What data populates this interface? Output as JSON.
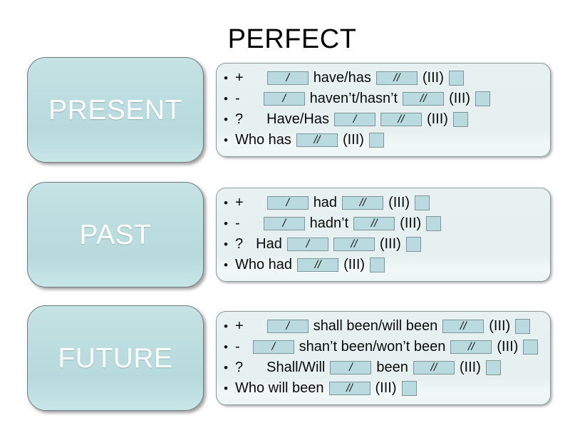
{
  "title": "PERFECT",
  "colors": {
    "label_box_fill": "#bddee0",
    "panel_fill": "#e6f0f0",
    "blank_fill": "#b9dade",
    "blank_border": "#7f9699",
    "label_text": "#ffffff",
    "body_text": "#0b0b0b"
  },
  "marks": {
    "slash_one": "/",
    "slash_two": "//",
    "third_form": "(III)",
    "plus": "+",
    "minus": "-",
    "question": "?",
    "bullet": "•"
  },
  "rows": [
    {
      "id": "present",
      "label": "PRESENT",
      "lines": [
        {
          "sign": "+",
          "indent_after_sign": "wide",
          "segments": [
            {
              "kind": "blank",
              "size": "long",
              "mark": "/"
            },
            {
              "kind": "text",
              "value": "have/has"
            },
            {
              "kind": "blank",
              "size": "long",
              "mark": "//"
            },
            {
              "kind": "text",
              "value": "(III)"
            },
            {
              "kind": "blank",
              "size": "square",
              "mark": ""
            }
          ]
        },
        {
          "sign": "-",
          "indent_after_sign": "wide",
          "segments": [
            {
              "kind": "blank",
              "size": "long",
              "mark": "/"
            },
            {
              "kind": "text",
              "value": "haven’t/hasn’t"
            },
            {
              "kind": "blank",
              "size": "long",
              "mark": "//"
            },
            {
              "kind": "text",
              "value": "(III)"
            },
            {
              "kind": "blank",
              "size": "square",
              "mark": ""
            }
          ]
        },
        {
          "sign": "?",
          "indent_after_sign": "wide",
          "segments": [
            {
              "kind": "text",
              "value": "Have/Has"
            },
            {
              "kind": "blank",
              "size": "long",
              "mark": "/"
            },
            {
              "kind": "blank",
              "size": "long",
              "mark": "//"
            },
            {
              "kind": "text",
              "value": "(III)"
            },
            {
              "kind": "blank",
              "size": "square",
              "mark": ""
            }
          ]
        },
        {
          "sign": "",
          "indent_after_sign": "none",
          "segments": [
            {
              "kind": "text",
              "value": "Who has"
            },
            {
              "kind": "blank",
              "size": "long",
              "mark": "//"
            },
            {
              "kind": "text",
              "value": "(III)"
            },
            {
              "kind": "blank",
              "size": "square",
              "mark": ""
            }
          ]
        }
      ]
    },
    {
      "id": "past",
      "label": "PAST",
      "lines": [
        {
          "sign": "+",
          "indent_after_sign": "wide",
          "segments": [
            {
              "kind": "blank",
              "size": "long",
              "mark": "/"
            },
            {
              "kind": "text",
              "value": "had"
            },
            {
              "kind": "blank",
              "size": "long",
              "mark": "//"
            },
            {
              "kind": "text",
              "value": "(III)"
            },
            {
              "kind": "blank",
              "size": "square",
              "mark": ""
            }
          ]
        },
        {
          "sign": "-",
          "indent_after_sign": "wide",
          "segments": [
            {
              "kind": "blank",
              "size": "long",
              "mark": "/"
            },
            {
              "kind": "text",
              "value": "hadn’t"
            },
            {
              "kind": "blank",
              "size": "long",
              "mark": "//"
            },
            {
              "kind": "text",
              "value": "(III)"
            },
            {
              "kind": "blank",
              "size": "square",
              "mark": ""
            }
          ]
        },
        {
          "sign": "?",
          "indent_after_sign": "narrow",
          "segments": [
            {
              "kind": "text",
              "value": "Had"
            },
            {
              "kind": "blank",
              "size": "long",
              "mark": "/"
            },
            {
              "kind": "blank",
              "size": "long",
              "mark": "//"
            },
            {
              "kind": "text",
              "value": "(III)"
            },
            {
              "kind": "blank",
              "size": "square",
              "mark": ""
            }
          ]
        },
        {
          "sign": "",
          "indent_after_sign": "none",
          "segments": [
            {
              "kind": "text",
              "value": "Who had"
            },
            {
              "kind": "blank",
              "size": "long",
              "mark": "//"
            },
            {
              "kind": "text",
              "value": "(III)"
            },
            {
              "kind": "blank",
              "size": "square",
              "mark": ""
            }
          ]
        }
      ]
    },
    {
      "id": "future",
      "label": "FUTURE",
      "lines": [
        {
          "sign": "+",
          "indent_after_sign": "wide",
          "segments": [
            {
              "kind": "blank",
              "size": "long",
              "mark": "/"
            },
            {
              "kind": "text",
              "value": "shall been/will been"
            },
            {
              "kind": "blank",
              "size": "long",
              "mark": "//"
            },
            {
              "kind": "text",
              "value": "(III)"
            },
            {
              "kind": "blank",
              "size": "square",
              "mark": ""
            }
          ]
        },
        {
          "sign": "-",
          "indent_after_sign": "narrow",
          "segments": [
            {
              "kind": "blank",
              "size": "long",
              "mark": "/"
            },
            {
              "kind": "text",
              "value": "shan’t been/won’t been"
            },
            {
              "kind": "blank",
              "size": "long",
              "mark": "//"
            },
            {
              "kind": "text",
              "value": "(III)"
            },
            {
              "kind": "blank",
              "size": "square",
              "mark": ""
            }
          ]
        },
        {
          "sign": "?",
          "indent_after_sign": "wide",
          "segments": [
            {
              "kind": "text",
              "value": "Shall/Will"
            },
            {
              "kind": "blank",
              "size": "long",
              "mark": "/"
            },
            {
              "kind": "text",
              "value": "been"
            },
            {
              "kind": "blank",
              "size": "long",
              "mark": "//"
            },
            {
              "kind": "text",
              "value": "(III)"
            },
            {
              "kind": "blank",
              "size": "square",
              "mark": ""
            }
          ]
        },
        {
          "sign": "",
          "indent_after_sign": "none",
          "segments": [
            {
              "kind": "text",
              "value": "Who will been"
            },
            {
              "kind": "blank",
              "size": "long",
              "mark": "//"
            },
            {
              "kind": "text",
              "value": "(III)"
            },
            {
              "kind": "blank",
              "size": "square",
              "mark": ""
            }
          ]
        }
      ]
    }
  ]
}
